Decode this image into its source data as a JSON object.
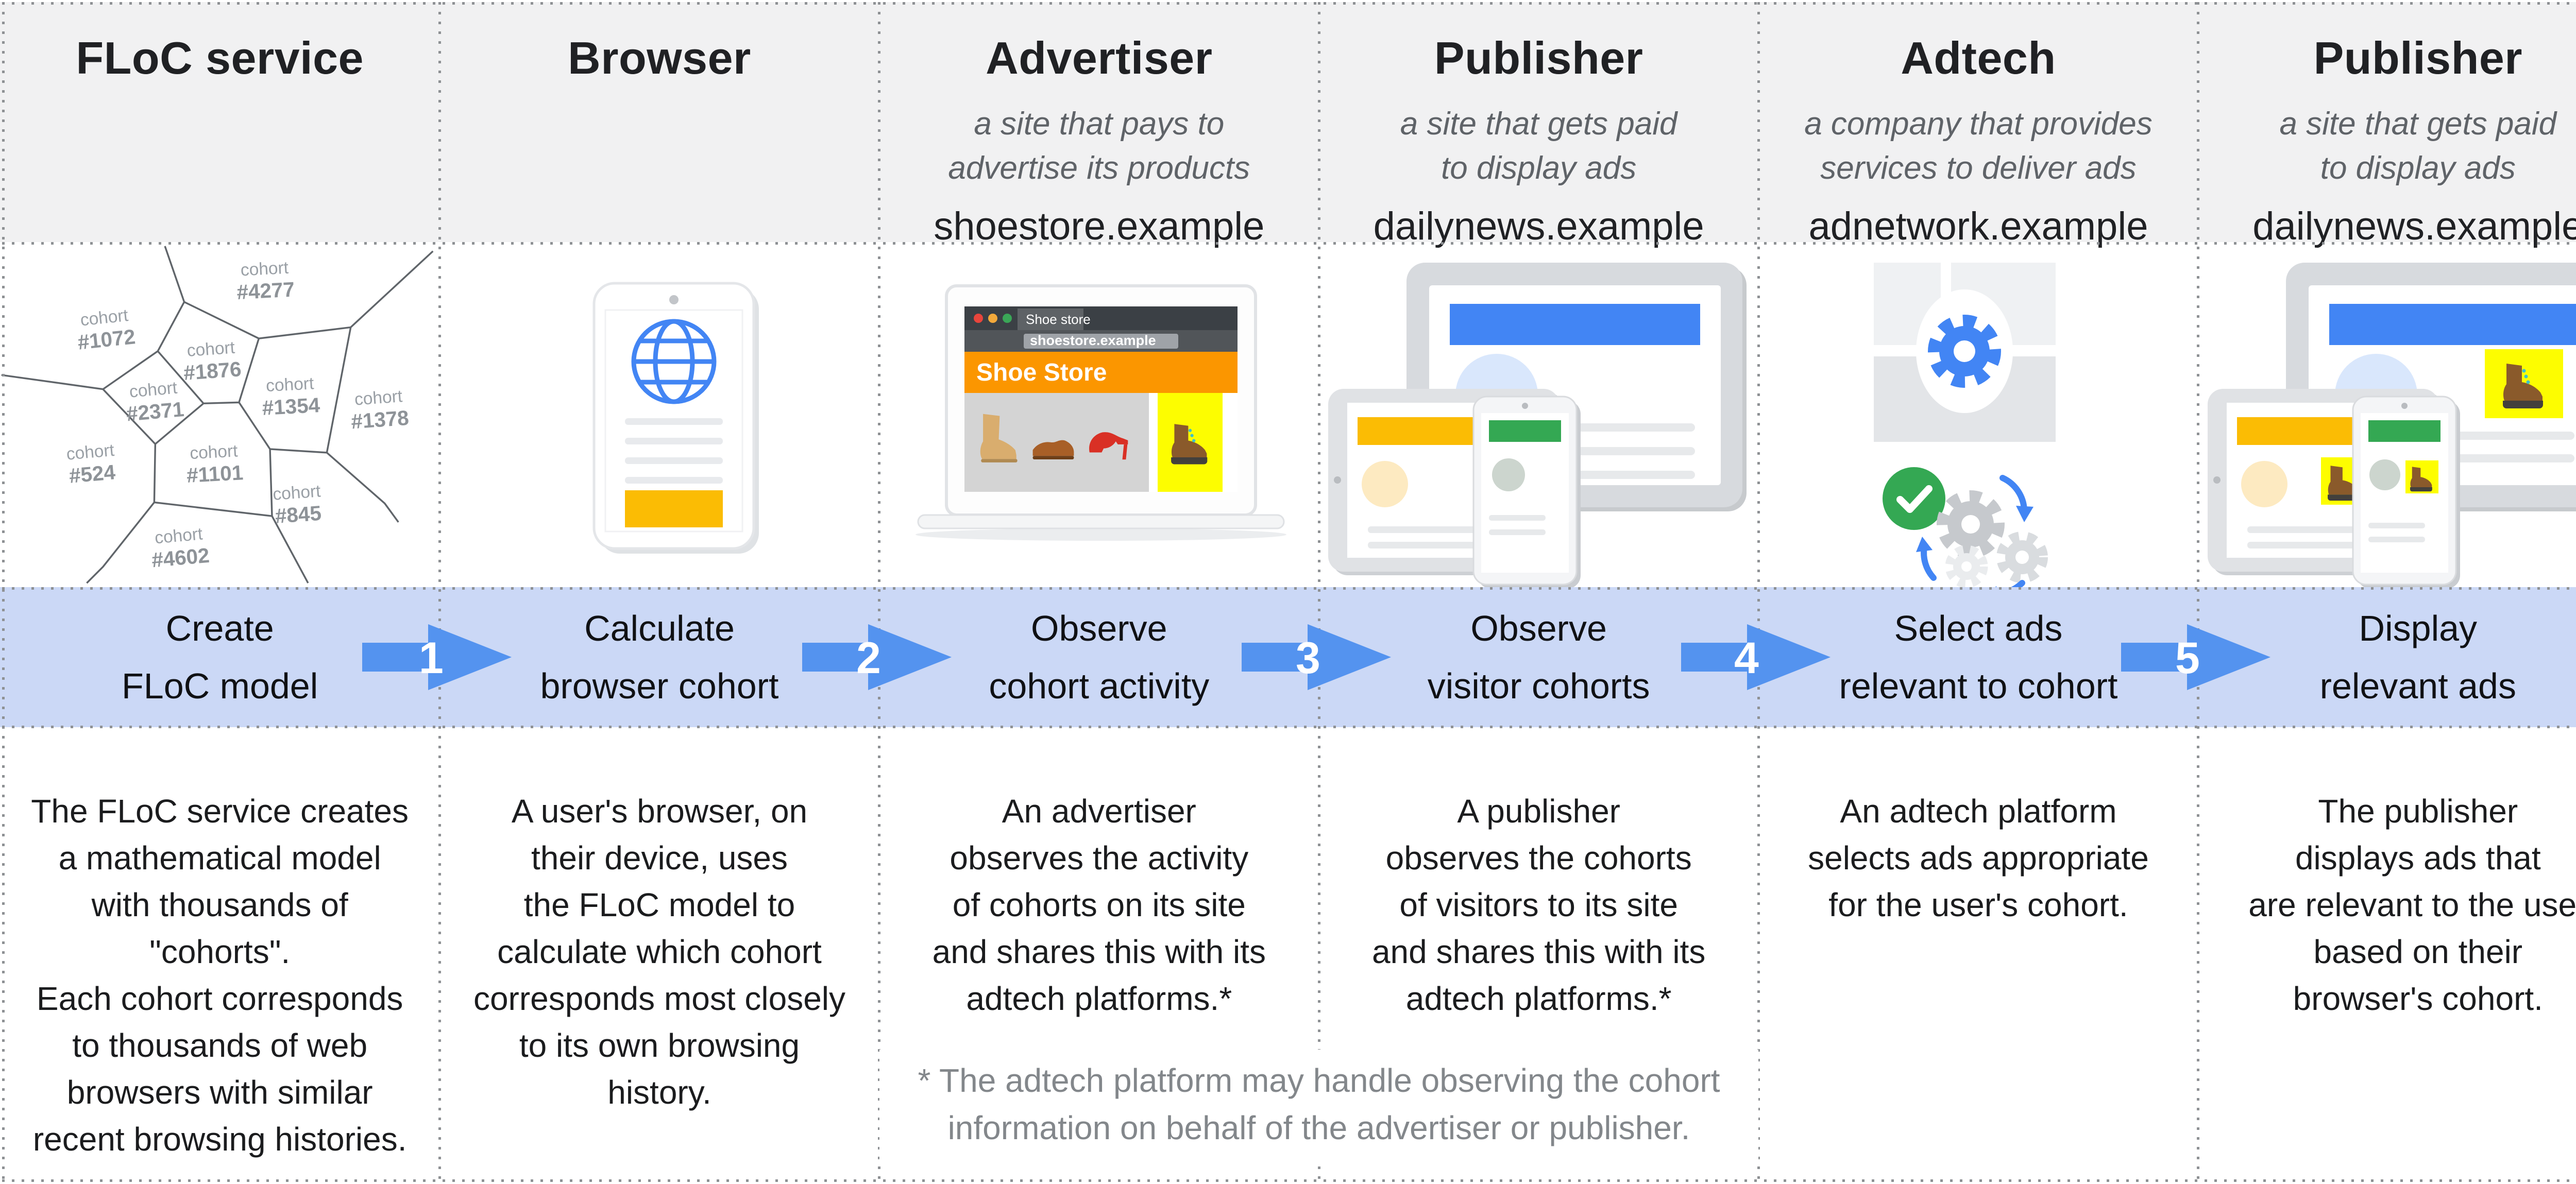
{
  "columns": [
    {
      "title": "FLoC service",
      "subtitle": "",
      "domain": "",
      "step": "Create\nFLoC model",
      "description": "The FLoC service creates\na mathematical model\nwith thousands of\n\"cohorts\".\nEach cohort corresponds\nto thousands of web\nbrowsers with similar\nrecent browsing histories."
    },
    {
      "title": "Browser",
      "subtitle": "",
      "domain": "",
      "step": "Calculate\nbrowser cohort",
      "description": "A user's browser, on\ntheir device, uses\nthe FLoC model to\ncalculate which cohort\ncorresponds most closely\nto its own browsing\nhistory."
    },
    {
      "title": "Advertiser",
      "subtitle": "a site that pays to\nadvertise its products",
      "domain": "shoestore.example",
      "step": "Observe\ncohort activity",
      "description": "An advertiser\nobserves the activity\nof cohorts on its site\nand shares this with its\nadtech platforms.*"
    },
    {
      "title": "Publisher",
      "subtitle": "a site that gets paid\nto display ads",
      "domain": "dailynews.example",
      "step": "Observe\nvisitor cohorts",
      "description": "A publisher\nobserves the cohorts\nof visitors to its site\nand shares this with its\nadtech platforms.*"
    },
    {
      "title": "Adtech",
      "subtitle": "a company that provides\nservices to deliver ads",
      "domain": "adnetwork.example",
      "step": "Select ads\nrelevant to cohort",
      "description": "An adtech platform\nselects ads appropriate\nfor the user's cohort."
    },
    {
      "title": "Publisher",
      "subtitle": "a site that gets paid\nto display ads",
      "domain": "dailynews.example",
      "step": "Display\nrelevant ads",
      "description": "The publisher\ndisplays ads that\nare relevant to the user\nbased on their\nbrowser's cohort."
    }
  ],
  "steps": {
    "numbers": [
      "1",
      "2",
      "3",
      "4",
      "5"
    ]
  },
  "footnote": "* The adtech platform may handle observing the cohort\ninformation on behalf of the advertiser or publisher.",
  "floc_map": {
    "label": "cohort",
    "cohorts": [
      "#1072",
      "#4277",
      "#1876",
      "#2371",
      "#1354",
      "#1378",
      "#524",
      "#1101",
      "#845",
      "#4602"
    ]
  },
  "advertiser_site": {
    "tab": "Shoe store",
    "url": "shoestore.example",
    "heading": "Shoe Store"
  },
  "icons": {
    "check": "✓",
    "globe": "globe-icon",
    "gear": "gear-icon",
    "step_arrow": "arrow-right-icon"
  },
  "colors": {
    "header_bg": "#f1f1f2",
    "band_bg": "#cbd8f6",
    "arrow_blue": "#5493ef",
    "google_blue": "#4285f4",
    "google_green": "#34a853",
    "google_yellow": "#fbbc04",
    "ad_yellow": "#fdfd00",
    "shop_orange": "#fb9600",
    "dots_gray": "#8e9194",
    "subtitle_gray": "#5f6368",
    "footnote_gray": "#83878b",
    "cohort_label_gray": "#9aa0a6"
  }
}
